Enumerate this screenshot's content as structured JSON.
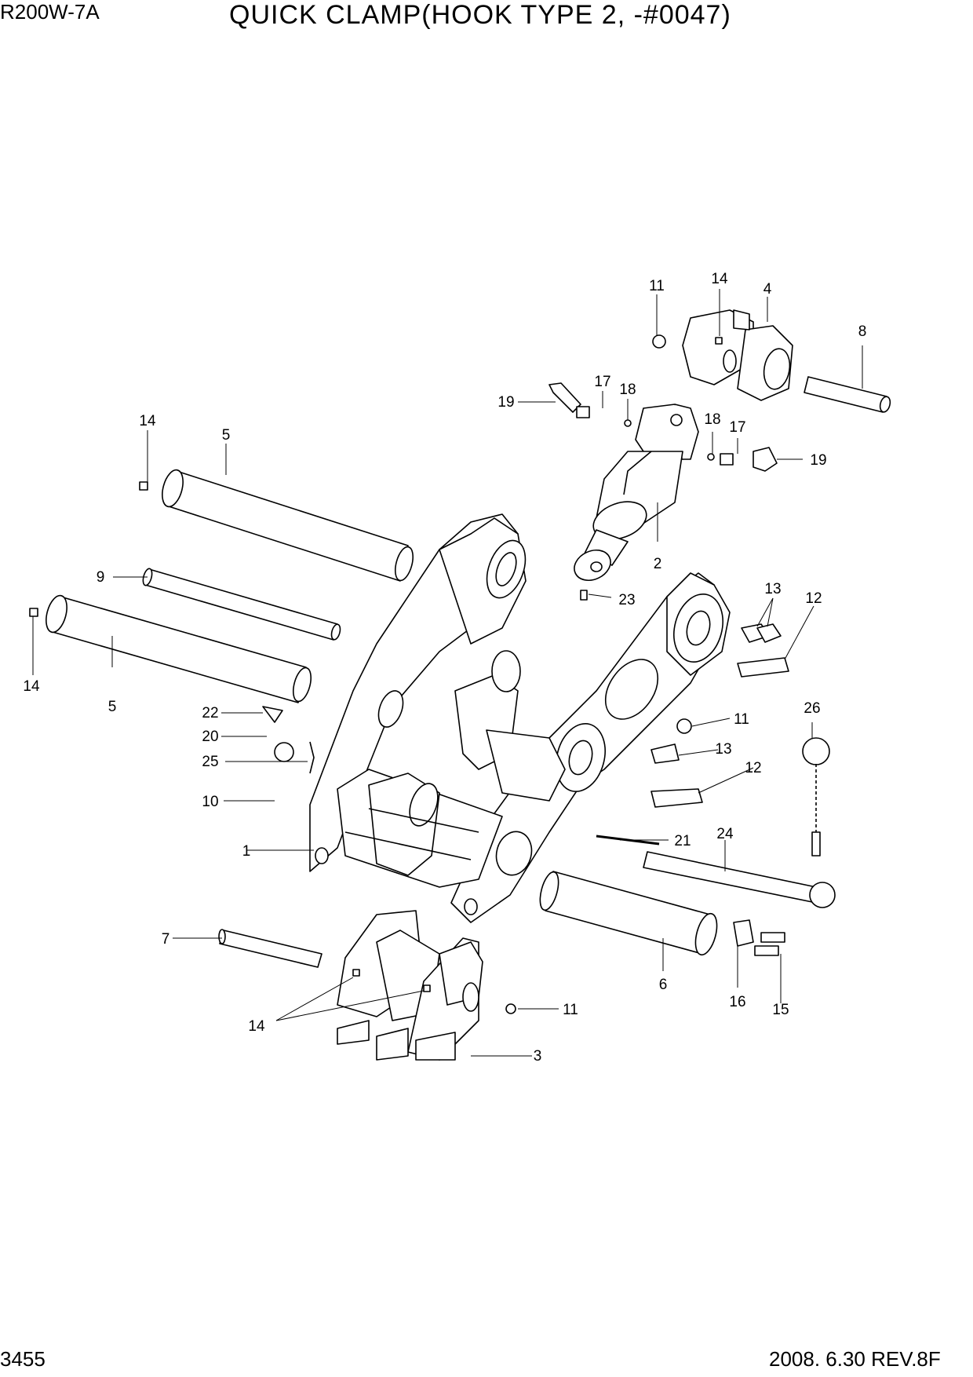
{
  "header": {
    "model": "R200W-7A",
    "title": "QUICK CLAMP(HOOK TYPE 2, -#0047)"
  },
  "footer": {
    "page_number": "3455",
    "revision": "2008. 6.30  REV.8F"
  },
  "callouts": [
    "11",
    "14",
    "4",
    "8",
    "17",
    "18",
    "19",
    "18",
    "17",
    "19",
    "14",
    "5",
    "2",
    "23",
    "9",
    "13",
    "12",
    "14",
    "5",
    "22",
    "11",
    "20",
    "13",
    "25",
    "12",
    "26",
    "10",
    "21",
    "24",
    "1",
    "7",
    "6",
    "16",
    "15",
    "14",
    "11",
    "3"
  ]
}
